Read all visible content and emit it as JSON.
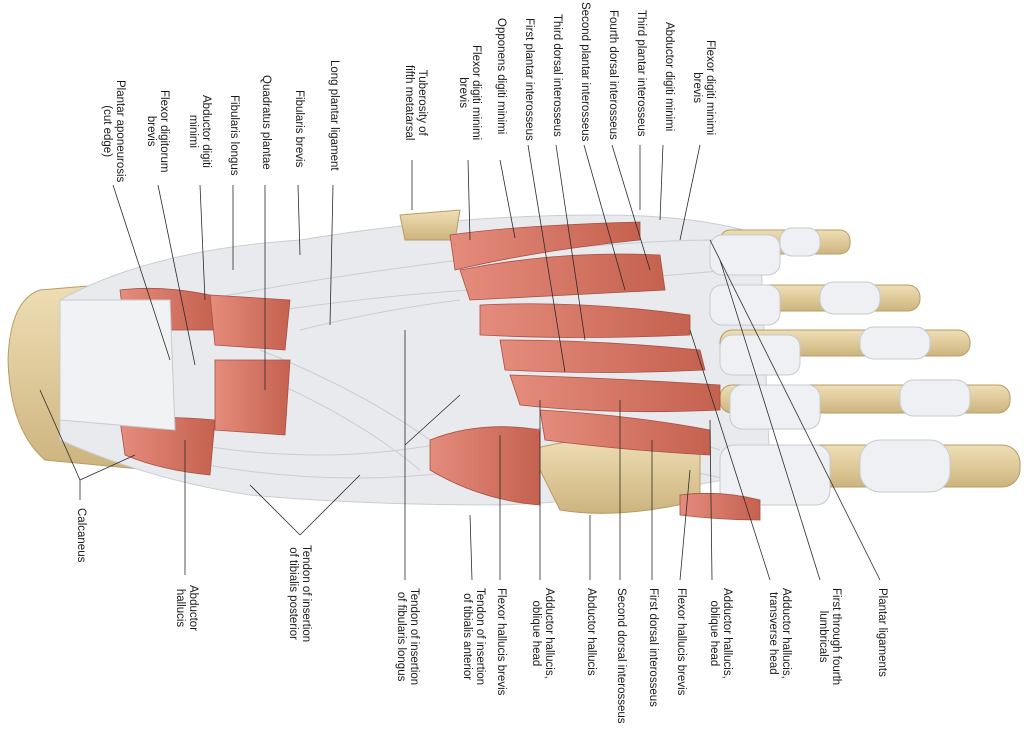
{
  "labels_top": [
    {
      "id": "plantar-aponeurosis",
      "text": "Plantar aponeurosis\n(cut edge)"
    },
    {
      "id": "flexor-digitorum-brevis",
      "text": "Flexor digitorum\nbrevis"
    },
    {
      "id": "abductor-digiti-minimi-heel",
      "text": "Abductor digiti\nminimi"
    },
    {
      "id": "fibularis-longus",
      "text": "Fibularis longus"
    },
    {
      "id": "quadratus-plantae",
      "text": "Quadratus plantae"
    },
    {
      "id": "fibularis-brevis",
      "text": "Fibularis brevis"
    },
    {
      "id": "long-plantar-ligament",
      "text": "Long plantar ligament"
    },
    {
      "id": "tuberosity-fifth-metatarsal",
      "text": "Tuberosity of\nfifth metatarsal"
    },
    {
      "id": "flexor-digiti-minimi-brevis-1",
      "text": "Flexor digiti minimi\nbrevis"
    },
    {
      "id": "opponens-digiti-minimi",
      "text": "Opponens digiti minimi"
    },
    {
      "id": "first-plantar-interosseus",
      "text": "First plantar interosseus"
    },
    {
      "id": "third-dorsal-interosseus",
      "text": "Third dorsal interosseus"
    },
    {
      "id": "second-plantar-interosseus",
      "text": "Second plantar interosseus"
    },
    {
      "id": "fourth-dorsal-interosseus",
      "text": "Fourth dorsal interosseus"
    },
    {
      "id": "third-plantar-interosseus",
      "text": "Third plantar interosseus"
    },
    {
      "id": "abductor-digiti-minimi-toe",
      "text": "Abductor digiti minimi"
    },
    {
      "id": "flexor-digiti-minimi-brevis-2",
      "text": "Flexor digiti minimi\nbrevis"
    }
  ],
  "labels_bottom": [
    {
      "id": "calcaneus",
      "text": "Calcaneus"
    },
    {
      "id": "abductor-hallucis",
      "text": "Abductor\nhallucis"
    },
    {
      "id": "tendon-tibialis-posterior",
      "text": "Tendon of insertion\nof tibialis posterior"
    },
    {
      "id": "tendon-fibularis-longus",
      "text": "Tendon of insertion\nof fibularis longus"
    },
    {
      "id": "tendon-tibialis-anterior",
      "text": "Tendon of insertion\nof tibialis anterior"
    },
    {
      "id": "flexor-hallucis-brevis-1",
      "text": "Flexor hallucis brevis"
    },
    {
      "id": "adductor-hallucis-oblique-1",
      "text": "Adductor hallucis,\noblique head"
    },
    {
      "id": "abductor-hallucis-2",
      "text": "Abductor hallucis"
    },
    {
      "id": "second-dorsal-interosseus",
      "text": "Second dorsal interosseus"
    },
    {
      "id": "first-dorsal-interosseus",
      "text": "First dorsal interosseus"
    },
    {
      "id": "flexor-hallucis-brevis-2",
      "text": "Flexor hallucis brevis"
    },
    {
      "id": "adductor-hallucis-oblique-2",
      "text": "Adductor hallucis,\noblique head"
    },
    {
      "id": "adductor-hallucis-transverse",
      "text": "Adductor hallucis,\ntransverse head"
    },
    {
      "id": "lumbricals",
      "text": "First through fourth\nlumbricals"
    },
    {
      "id": "plantar-ligaments",
      "text": "Plantar ligaments"
    }
  ],
  "colors": {
    "muscle": "#d9776a",
    "muscle_dark": "#b4554b",
    "tendon": "#e9ecef",
    "bone": "#e2cfa3",
    "line": "#2b2b2b"
  }
}
